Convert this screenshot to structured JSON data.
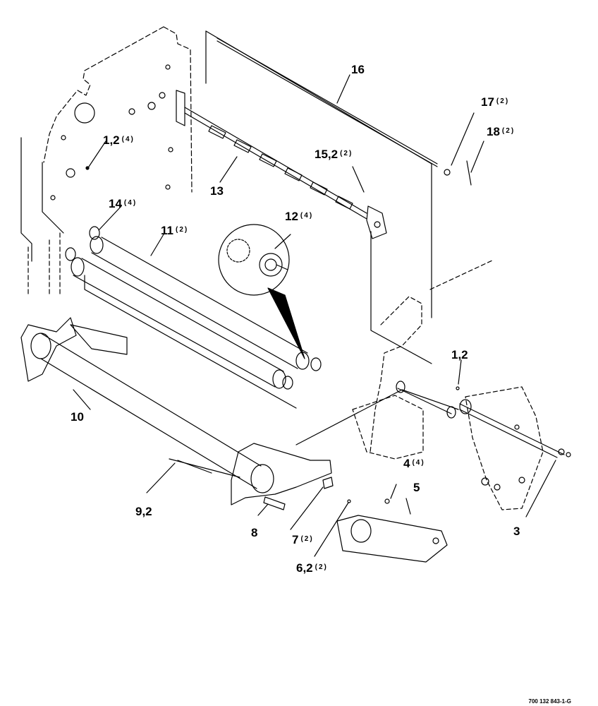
{
  "callouts": [
    {
      "id": "c16",
      "num": "16",
      "qty": ""
    },
    {
      "id": "c17",
      "num": "17",
      "qty": "(2)"
    },
    {
      "id": "c18",
      "num": "18",
      "qty": "(2)"
    },
    {
      "id": "c1a",
      "num": "1,2",
      "qty": "(4)"
    },
    {
      "id": "c15",
      "num": "15,2",
      "qty": "(2)"
    },
    {
      "id": "c13",
      "num": "13",
      "qty": ""
    },
    {
      "id": "c14",
      "num": "14",
      "qty": "(4)"
    },
    {
      "id": "c11",
      "num": "11",
      "qty": "(2)"
    },
    {
      "id": "c12",
      "num": "12",
      "qty": "(4)"
    },
    {
      "id": "c1b",
      "num": "1,2",
      "qty": ""
    },
    {
      "id": "c10",
      "num": "10",
      "qty": ""
    },
    {
      "id": "c4",
      "num": "4",
      "qty": "(4)"
    },
    {
      "id": "c5",
      "num": "5",
      "qty": ""
    },
    {
      "id": "c9",
      "num": "9,2",
      "qty": ""
    },
    {
      "id": "c8",
      "num": "8",
      "qty": ""
    },
    {
      "id": "c7",
      "num": "7",
      "qty": "(2)"
    },
    {
      "id": "c3",
      "num": "3",
      "qty": ""
    },
    {
      "id": "c6",
      "num": "6,2",
      "qty": "(2)"
    }
  ],
  "reference_number": "700 132 843-1-G"
}
